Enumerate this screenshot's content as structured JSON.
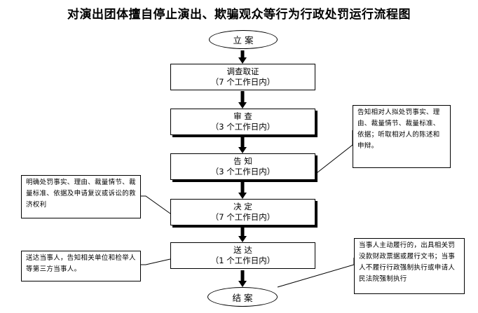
{
  "title": "对演出团体擅自停止演出、欺骗观众等行为行政处罚运行流程图",
  "start": "立  案",
  "end": "结  案",
  "steps": [
    {
      "label": "调查取证",
      "duration": "（7 个工作日内）"
    },
    {
      "label": "审  查",
      "duration": "（3 个工作日内）"
    },
    {
      "label": "告  知",
      "duration": "（3 个工作日内）"
    },
    {
      "label": "决  定",
      "duration": "（7 个工作日内）"
    },
    {
      "label": "送  达",
      "duration": "（1 个工作日内）"
    }
  ],
  "notes": {
    "inform": "告知相对人拟处罚事实、理由、裁量情节、裁量标准、依据；听取相对人的陈述和申辩。",
    "decide": "明确处罚事实、理由、裁量情节、裁量标准、依据及申请复议或诉讼的救济权利",
    "deliver": "送达当事人，告知相关单位和检举人等第三方当事人。",
    "close": "当事人主动履行的，出具相关罚没款财政票据或履行文书；当事人不履行行政强制执行或申请人民法院强制执行"
  }
}
